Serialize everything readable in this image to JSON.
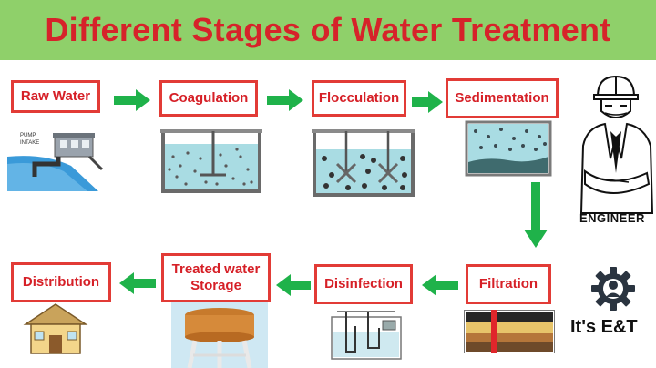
{
  "title": "Different Stages of Water Treatment",
  "stages": {
    "raw_water": "Raw Water",
    "coagulation": "Coagulation",
    "flocculation": "Flocculation",
    "sedimentation": "Sedimentation",
    "filtration": "Filtration",
    "disinfection": "Disinfection",
    "treated_storage_line1": "Treated water",
    "treated_storage_line2": "Storage",
    "distribution": "Distribution"
  },
  "illustration_labels": {
    "pump_intake_line1": "PUMP",
    "pump_intake_line2": "INTAKE"
  },
  "engineer_label": "ENGINEER",
  "brand_label": "It's E&T",
  "colors": {
    "title_bar": "#8fd06a",
    "title_text": "#d6232a",
    "stage_border": "#e23b36",
    "arrow": "#1fb24a",
    "water": "#a9dce3"
  },
  "icons": [
    "gear-icon",
    "engineer-figure"
  ]
}
